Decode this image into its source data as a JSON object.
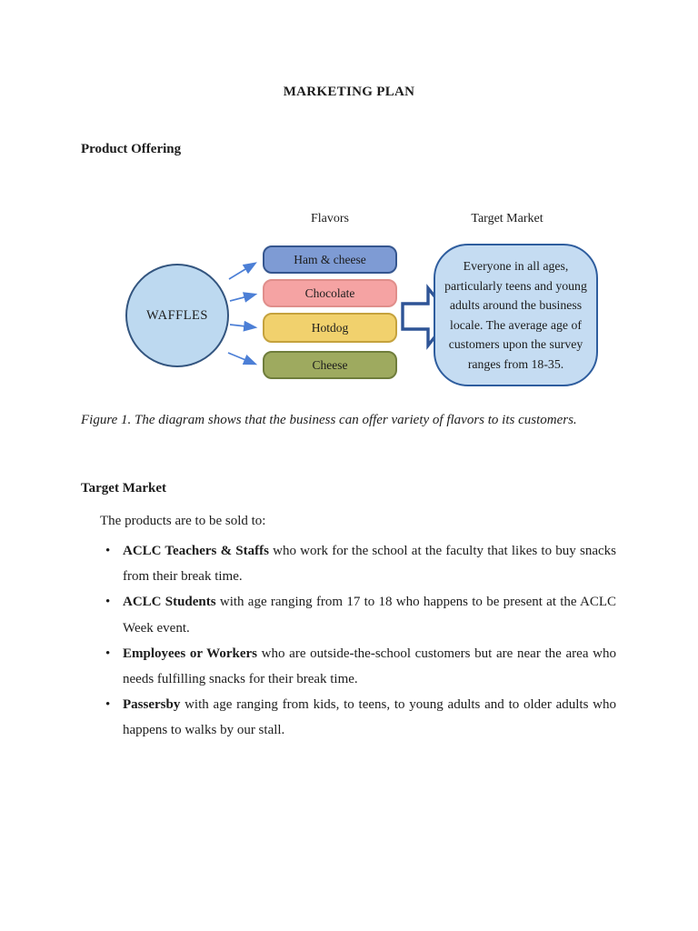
{
  "document": {
    "title": "MARKETING PLAN",
    "product_offering": {
      "heading": "Product Offering",
      "figure_caption": "Figure 1. The diagram shows that the business can offer variety of flavors to its customers."
    },
    "target_market": {
      "heading": "Target Market",
      "intro": "The products are to be sold to:",
      "bullets": [
        {
          "lead": "ACLC Teachers & Staffs",
          "text": " who work for the school at the faculty that likes to buy snacks from their break time."
        },
        {
          "lead": "ACLC Students",
          "text": " with age ranging from 17 to 18 who happens to be present at the ACLC Week event."
        },
        {
          "lead": "Employees or Workers",
          "text": " who are outside-the-school customers but are near the area who needs fulfilling snacks for their break time."
        },
        {
          "lead": "Passersby",
          "text": " with age ranging from kids, to teens, to young adults and to older adults who happens to walks by our stall."
        }
      ]
    }
  },
  "diagram": {
    "column_labels": {
      "flavors": "Flavors",
      "target_market": "Target Market"
    },
    "source_node": {
      "label": "WAFFLES",
      "fill": "#BDD9F0",
      "border": "#33557F"
    },
    "flavors": [
      {
        "label": "Ham & cheese",
        "fill": "#7E9BD4",
        "border": "#35568F"
      },
      {
        "label": "Chocolate",
        "fill": "#F5A3A3",
        "border": "#E08E8B"
      },
      {
        "label": "Hotdog",
        "fill": "#F1D16D",
        "border": "#C5A23D"
      },
      {
        "label": "Cheese",
        "fill": "#9EAA5F",
        "border": "#6F7D3B"
      }
    ],
    "target_box": {
      "text": "Everyone in all ages, particularly teens and young adults around the business locale. The average age of customers upon the survey ranges from 18-35.",
      "fill": "#C5DCF2",
      "border": "#2E5D9E"
    },
    "connector_color": "#4C7FD6",
    "block_arrow": {
      "fill": "#FFFFFF",
      "border": "#2E5496"
    }
  }
}
